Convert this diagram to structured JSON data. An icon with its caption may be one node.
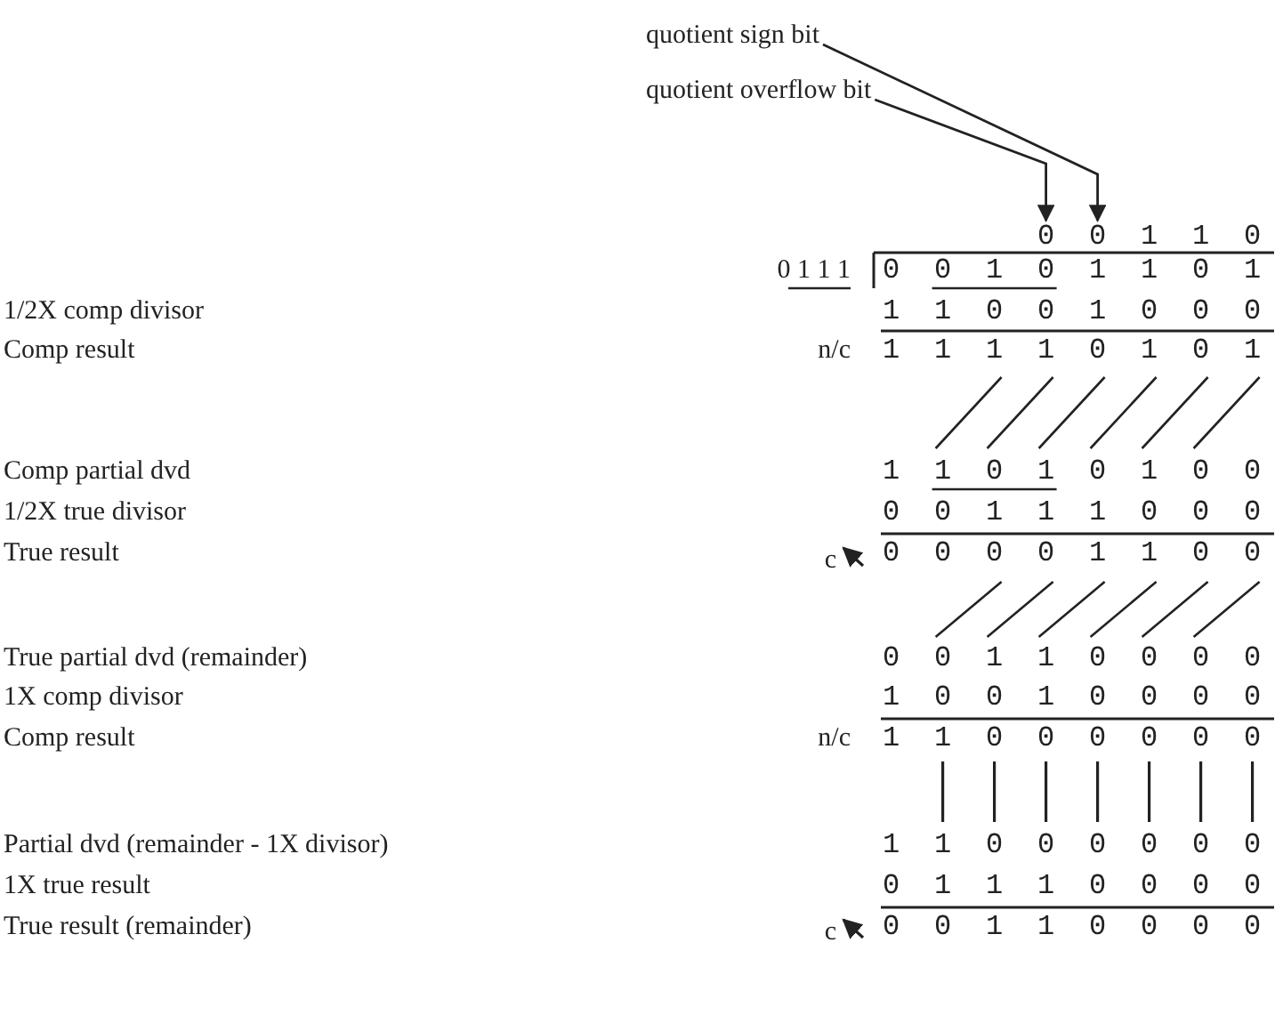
{
  "diagram": {
    "nodes": [
      {
        "text": [
          "quotient sign bit"
        ]
      },
      {
        "text": [
          "quotient overflow bit"
        ]
      },
      {
        "text": [
          "0 0 1 1 0"
        ]
      }
    ],
    "edges": [
      {
        "from": 0,
        "to": 2,
        "arrow": "to"
      },
      {
        "from": 1,
        "to": 2,
        "arrow": "to"
      }
    ],
    "labels": [
      "0 1 1 1",
      "0 0 1 0 1 1 0 1",
      "1/2X comp divisor",
      "1 1 0 0 1 0 0 0",
      "Comp result",
      "n/c",
      "1 1 1 1 0 1 0 1",
      "Comp partial dvd",
      "1 1 0 1 0 1 0 0",
      "1/2X true divisor",
      "0 0 1 1 1 0 0 0",
      "True result",
      "c",
      "0 0 0 0 1 1 0 0",
      "True partial dvd (remainder)",
      "0 0 1 1 0 0 0 0",
      "1X comp divisor",
      "1 0 0 1 0 0 0 0",
      "Comp result",
      "n/c",
      "1 1 0 0 0 0 0 0",
      "Partial dvd (remainder - 1X divisor)",
      "1 1 0 0 0 0 0 0",
      "1X true result",
      "0 1 1 1 0 0 0 0",
      "True result (remainder)",
      "c",
      "0 0 1 1 0 0 0 0"
    ]
  }
}
